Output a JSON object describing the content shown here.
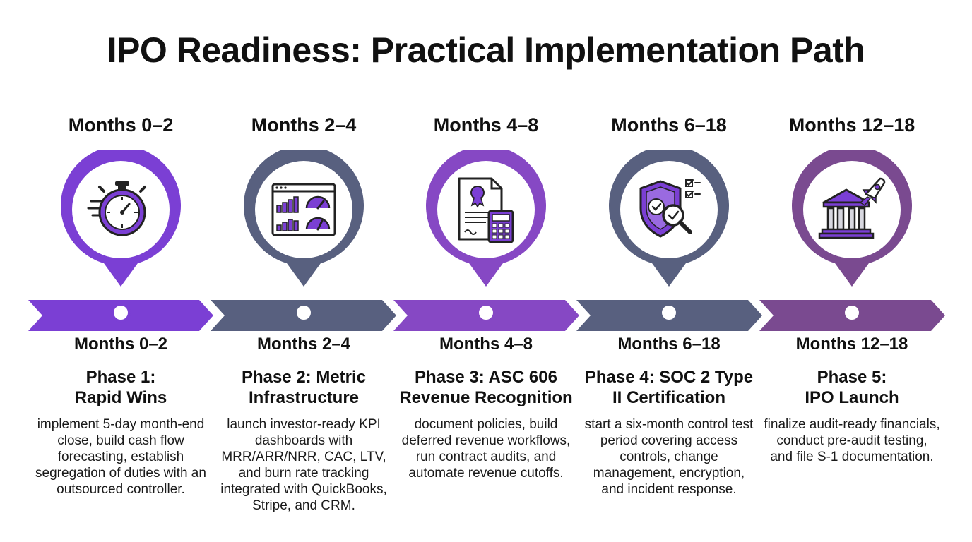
{
  "title": "IPO Readiness: Practical Implementation Path",
  "colors": {
    "purple": "#7b3fd4",
    "slate": "#58607f",
    "violet": "#8648c4",
    "plum": "#7a4a90"
  },
  "phases": [
    {
      "months": "Months 0–2",
      "title": "Phase 1:\nRapid Wins",
      "description": "implement 5-day month-end close, build cash flow forecasting, establish segregation of duties with an outsourced controller.",
      "icon": "stopwatch-icon",
      "color": "#7b3fd4"
    },
    {
      "months": "Months 2–4",
      "title": "Phase 2: Metric\nInfrastructure",
      "description": "launch investor-ready KPI dashboards with MRR/ARR/NRR, CAC, LTV, and burn rate tracking integrated with QuickBooks, Stripe, and CRM.",
      "icon": "kpi-dashboard-icon",
      "color": "#58607f"
    },
    {
      "months": "Months 4–8",
      "title": "Phase 3: ASC 606\nRevenue Recognition",
      "description": "document policies, build deferred revenue workflows, run contract audits, and automate revenue cutoffs.",
      "icon": "document-calculator-icon",
      "color": "#8648c4"
    },
    {
      "months": "Months 6–18",
      "title": "Phase 4: SOC 2 Type\nII Certification",
      "description": "start a six-month control test period covering access controls, change management, encryption, and incident response.",
      "icon": "shield-magnifier-icon",
      "color": "#58607f"
    },
    {
      "months": "Months 12–18",
      "title": "Phase 5:\nIPO Launch",
      "description": "finalize audit-ready financials, conduct pre-audit testing, and file S-1 documentation.",
      "icon": "bank-rocket-icon",
      "color": "#7a4a90"
    }
  ]
}
